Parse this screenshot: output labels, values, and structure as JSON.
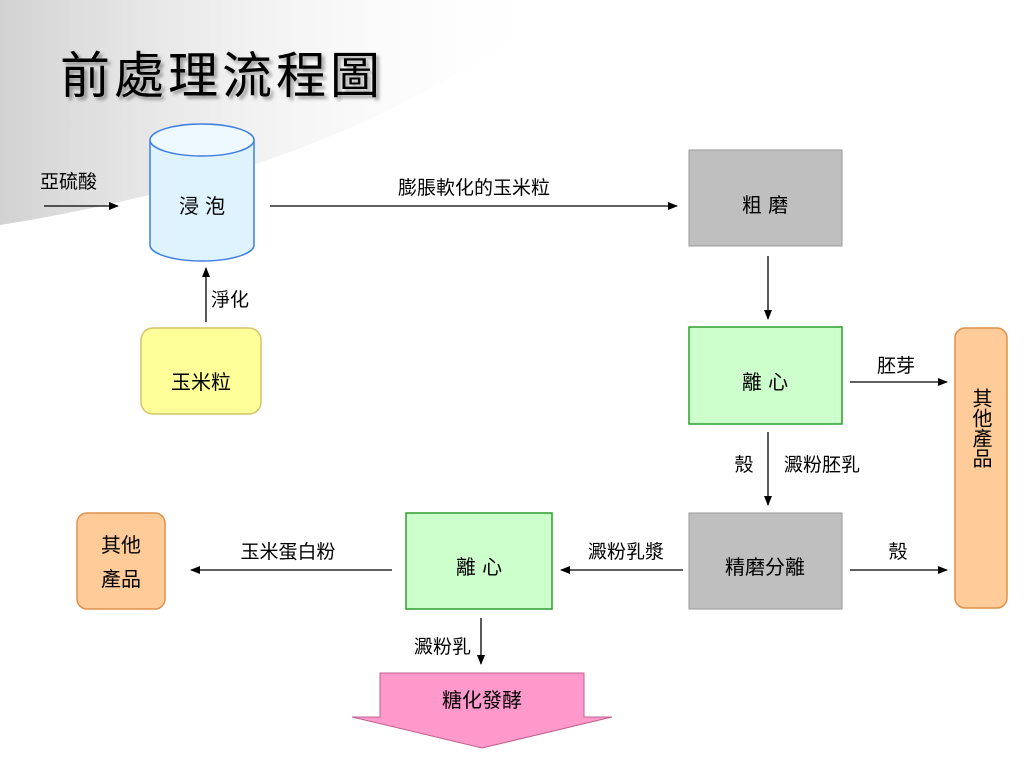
{
  "slide": {
    "title": "前處理流程圖"
  },
  "nodes": {
    "soak": "浸 泡",
    "corn": "玉米粒",
    "coarse_grind": "粗 磨",
    "centrifuge_1": "離 心",
    "fine_grind_separate": "精磨分離",
    "centrifuge_2": "離 心",
    "other_products_right": "其他產品",
    "other_products_left_line1": "其他",
    "other_products_left_line2": "產品",
    "saccharification": "糖化發酵"
  },
  "labels": {
    "sulfurous_acid": "亞硫酸",
    "purify": "淨化",
    "swollen_corn": "膨脹軟化的玉米粒",
    "germ": "胚芽",
    "hull_1": "殼",
    "starch_endosperm": "澱粉胚乳",
    "hull_2": "殼",
    "starch_slurry": "澱粉乳漿",
    "corn_protein": "玉米蛋白粉",
    "starch_milk": "澱粉乳"
  },
  "colors": {
    "cylinder_fill": "#dff3ff",
    "cylinder_stroke": "#3f7fe0",
    "gray_box": "#bfbfbf",
    "green_box": "#ccffcc",
    "green_stroke": "#2e9e2e",
    "yellow_box": "#ffff99",
    "orange_box": "#ffcc99",
    "orange_stroke": "#e0904a",
    "pink_arrow": "#ff99cc"
  }
}
